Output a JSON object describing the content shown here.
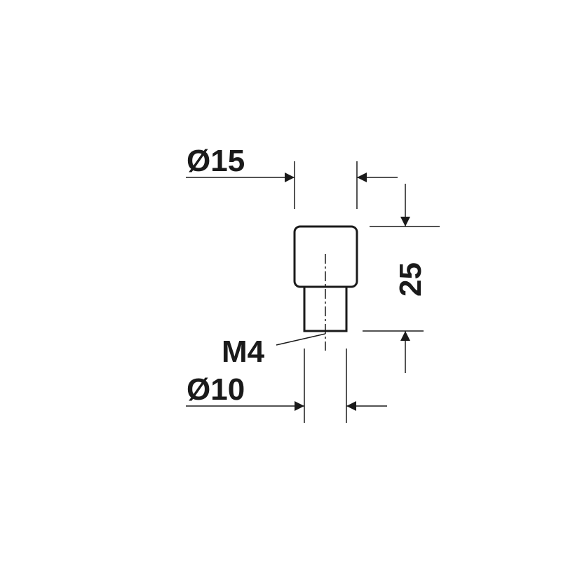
{
  "dimensions": {
    "top_diameter": "Ø15",
    "height": "25",
    "thread": "M4",
    "bottom_diameter": "Ø10"
  },
  "colors": {
    "line": "#1a1a1a",
    "background": "#ffffff"
  }
}
